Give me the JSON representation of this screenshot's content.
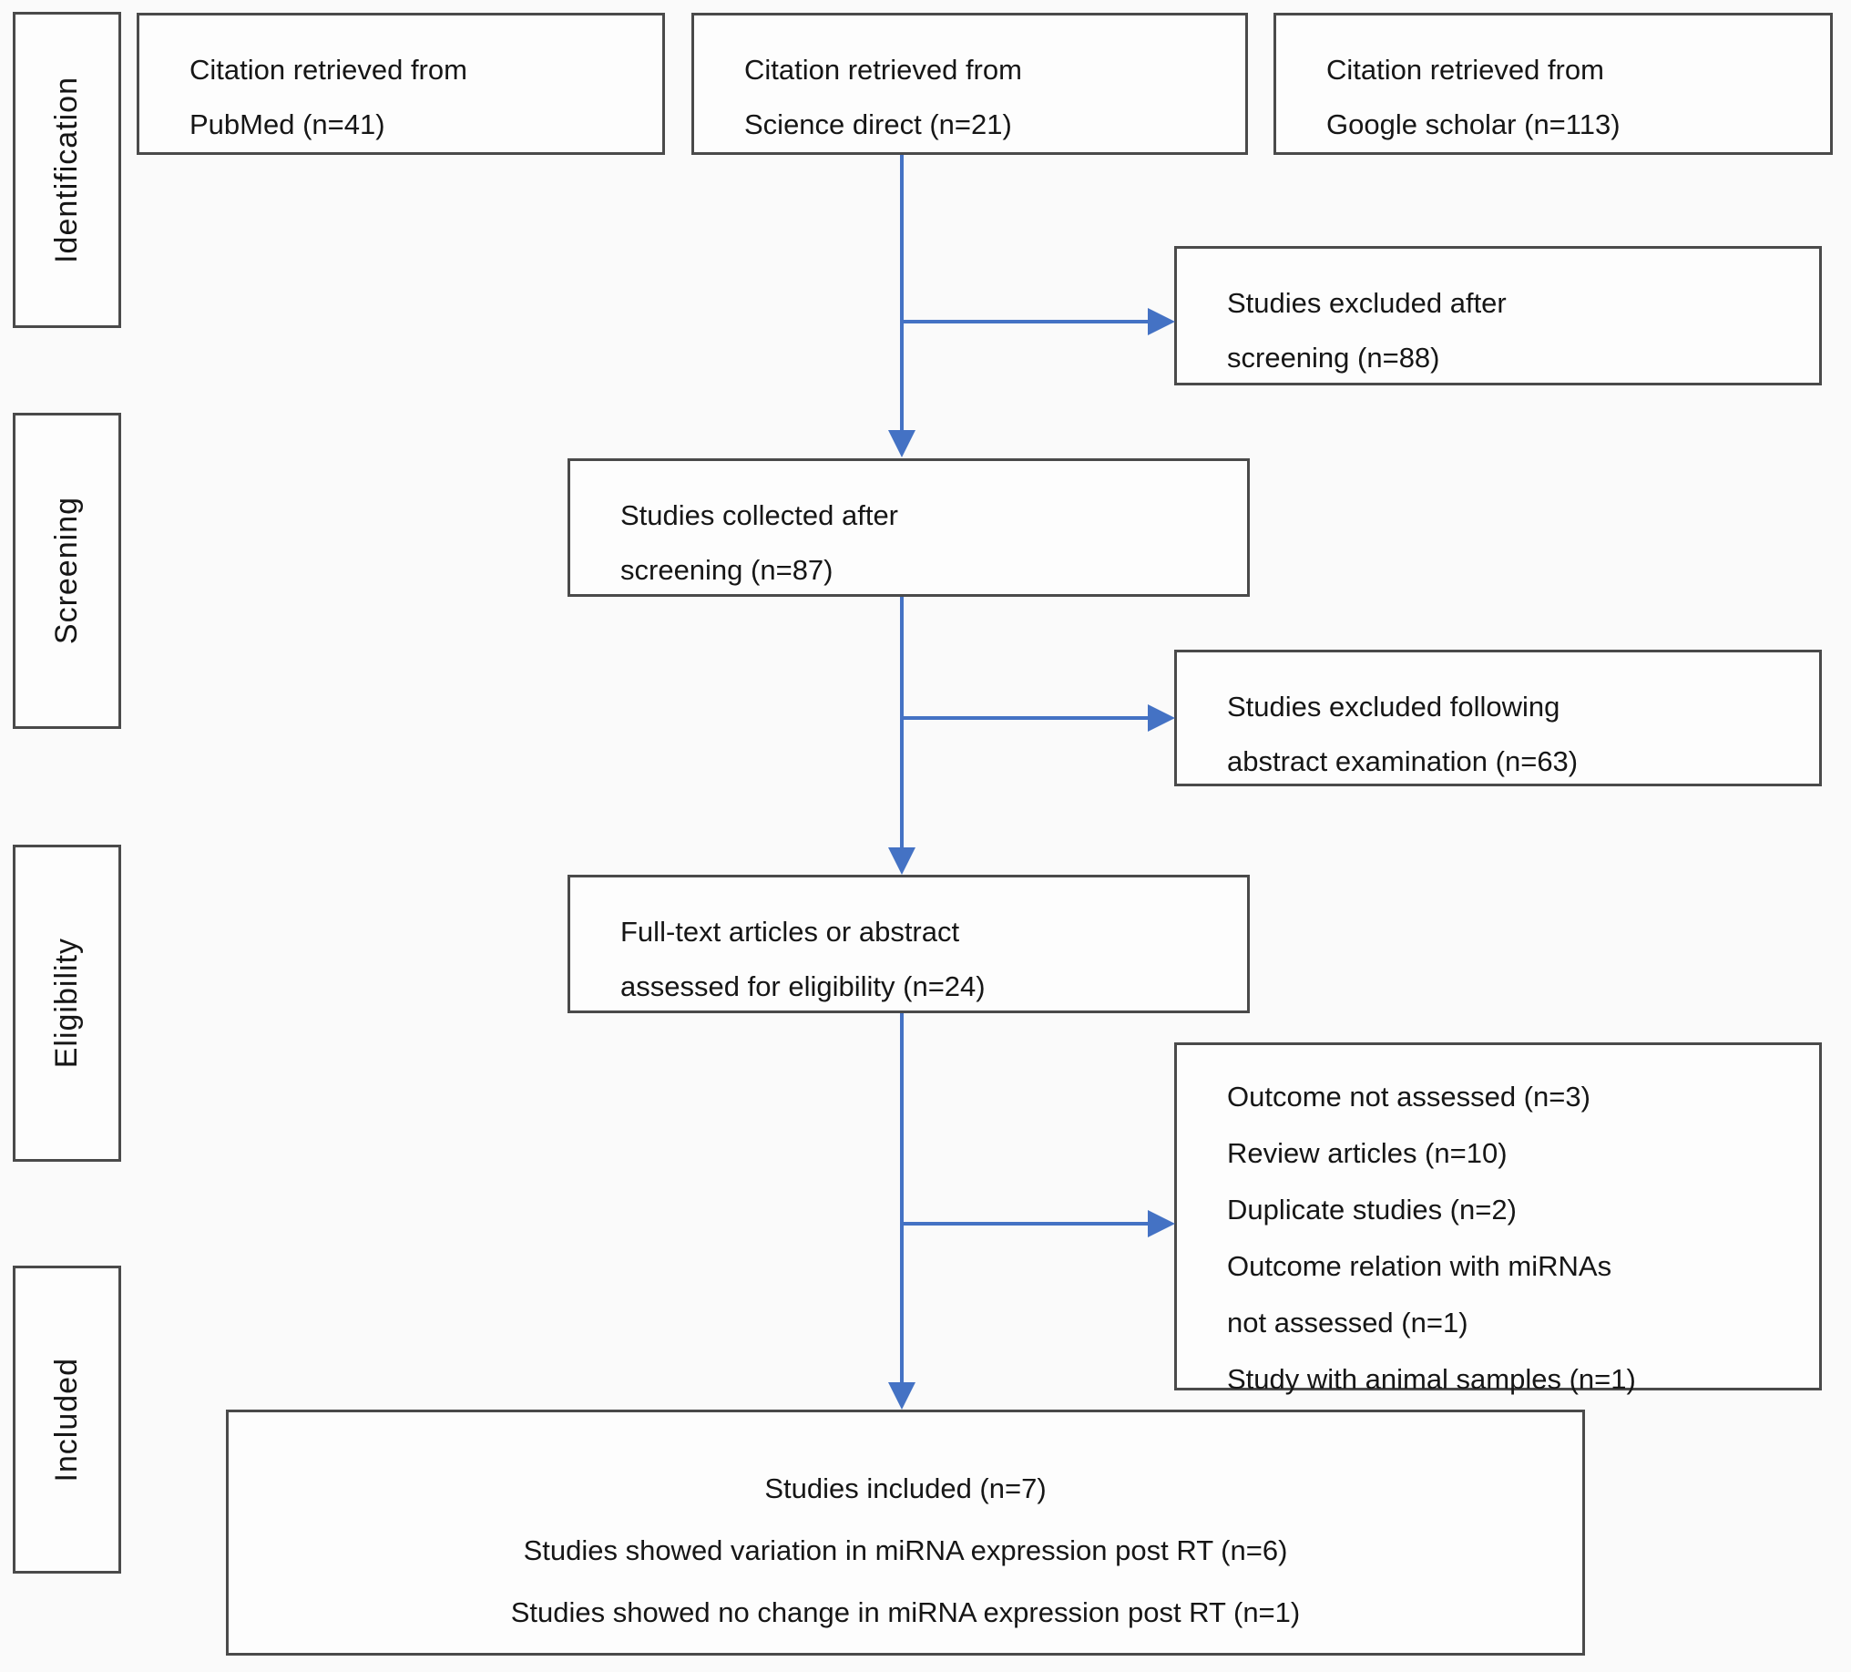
{
  "diagram": {
    "title": "Study selection flow diagram",
    "accent_color": "#4472c4",
    "border_color": "#4a4a4a",
    "stages": [
      {
        "label": "Identification"
      },
      {
        "label": "Screening"
      },
      {
        "label": "Eligibility"
      },
      {
        "label": "Included"
      }
    ],
    "boxes": {
      "pubmed": {
        "lines": [
          "Citation retrieved from",
          "PubMed (n=41)"
        ]
      },
      "science_direct": {
        "lines": [
          "Citation retrieved from",
          "Science direct (n=21)"
        ]
      },
      "google_scholar": {
        "lines": [
          "Citation retrieved from",
          "Google scholar (n=113)"
        ]
      },
      "excluded_screening": {
        "lines": [
          "Studies excluded after",
          "screening (n=88)"
        ]
      },
      "collected": {
        "lines": [
          "Studies collected after",
          "screening (n=87)"
        ]
      },
      "excluded_abstract": {
        "lines": [
          "Studies excluded following",
          "abstract examination (n=63)"
        ]
      },
      "fulltext": {
        "lines": [
          "Full-text articles or abstract",
          "assessed for eligibility (n=24)"
        ]
      },
      "exclusion_reasons": {
        "lines": [
          "Outcome not assessed (n=3)",
          "Review articles (n=10)",
          "Duplicate studies (n=2)",
          "Outcome relation with miRNAs",
          "not assessed (n=1)",
          "Study with animal samples (n=1)"
        ]
      },
      "included": {
        "lines": [
          "Studies included (n=7)",
          "Studies showed variation in miRNA expression post RT (n=6)",
          "Studies showed no change in miRNA expression post RT (n=1)"
        ]
      }
    }
  }
}
